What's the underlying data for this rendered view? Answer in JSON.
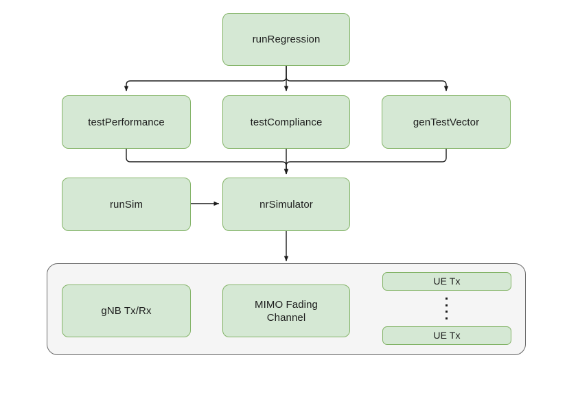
{
  "diagram": {
    "title": "nrSimulator regression flow",
    "colors": {
      "node_fill": "#d5e8d4",
      "node_border": "#82b366",
      "group_fill": "#f5f5f5",
      "group_border": "#666666",
      "edge": "#1c1c1c",
      "text": "#1c1c1c",
      "background": "#ffffff"
    },
    "nodes": {
      "run_regression": {
        "label": "runRegression"
      },
      "test_performance": {
        "label": "testPerformance"
      },
      "test_compliance": {
        "label": "testCompliance"
      },
      "gen_test_vector": {
        "label": "genTestVector"
      },
      "run_sim": {
        "label": "runSim"
      },
      "nr_simulator": {
        "label": "nrSimulator"
      },
      "gnb_tx_rx": {
        "label": "gNB Tx/Rx"
      },
      "mimo_fading_channel": {
        "label": "MIMO Fading\nChannel"
      },
      "ue_tx_top": {
        "label": "UE Tx"
      },
      "ue_tx_bottom": {
        "label": "UE Tx"
      }
    },
    "group": {
      "label": ""
    },
    "ellipsis": {
      "label": "vertical-ellipsis",
      "dot_count": 4
    },
    "edges": [
      {
        "from": "runRegression",
        "to": "testPerformance"
      },
      {
        "from": "runRegression",
        "to": "testCompliance"
      },
      {
        "from": "runRegression",
        "to": "genTestVector"
      },
      {
        "from": "testPerformance",
        "to": "nrSimulator"
      },
      {
        "from": "testCompliance",
        "to": "nrSimulator"
      },
      {
        "from": "genTestVector",
        "to": "nrSimulator"
      },
      {
        "from": "runSim",
        "to": "nrSimulator"
      },
      {
        "from": "nrSimulator",
        "to": "physical-layer-group"
      },
      {
        "from": "gNB Tx/Rx",
        "to": "MIMO Fading Channel"
      },
      {
        "from": "MIMO Fading Channel",
        "to": "UE Tx (top)"
      },
      {
        "from": "MIMO Fading Channel",
        "to": "UE Tx (bottom)"
      }
    ]
  }
}
